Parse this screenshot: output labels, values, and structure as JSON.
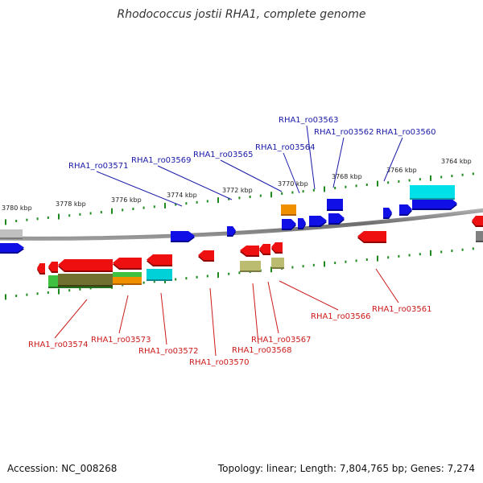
{
  "title": "Rhodococcus jostii RHA1, complete genome",
  "footer": {
    "accession": "Accession: NC_008268",
    "summary": "Topology: linear; Length: 7,804,765 bp; Genes: 7,274"
  },
  "colors": {
    "forward_label": "#1a1aa8",
    "reverse_label": "#cc1a1a",
    "tick": "#1e8a1e",
    "backbone": "#808080"
  },
  "ruler_labels": [
    "3764 kbp",
    "3766 kbp",
    "3768 kbp",
    "3770 kbp",
    "3772 kbp",
    "3774 kbp",
    "3776 kbp",
    "3778 kbp",
    "3780 kbp"
  ],
  "forward_genes": [
    "RHA1_ro03563",
    "RHA1_ro03562",
    "RHA1_ro03560",
    "RHA1_ro03564",
    "RHA1_ro03565",
    "RHA1_ro03569",
    "RHA1_ro03571"
  ],
  "reverse_genes": [
    "RHA1_ro03574",
    "RHA1_ro03573",
    "RHA1_ro03572",
    "RHA1_ro03570",
    "RHA1_ro03567",
    "RHA1_ro03568",
    "RHA1_ro03566",
    "RHA1_ro03561"
  ]
}
